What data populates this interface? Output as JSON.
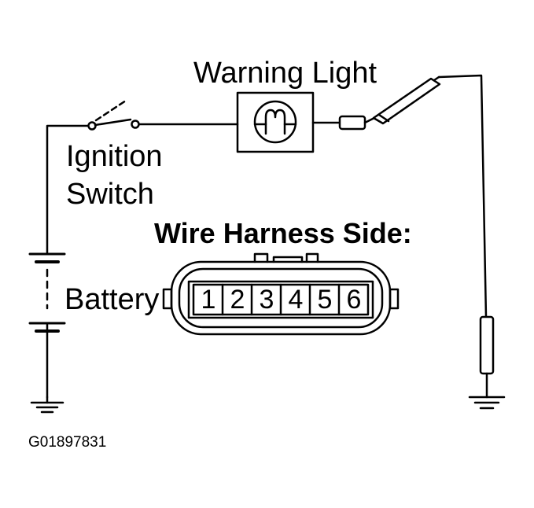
{
  "labels": {
    "warning_light": "Warning Light",
    "ignition_line1": "Ignition",
    "ignition_line2": "Switch",
    "harness_title": "Wire Harness Side:",
    "battery": "Battery",
    "figure_code": "G01897831"
  },
  "connector": {
    "pins": [
      "1",
      "2",
      "3",
      "4",
      "5",
      "6"
    ]
  },
  "colors": {
    "line": "#000000",
    "background": "#ffffff"
  }
}
